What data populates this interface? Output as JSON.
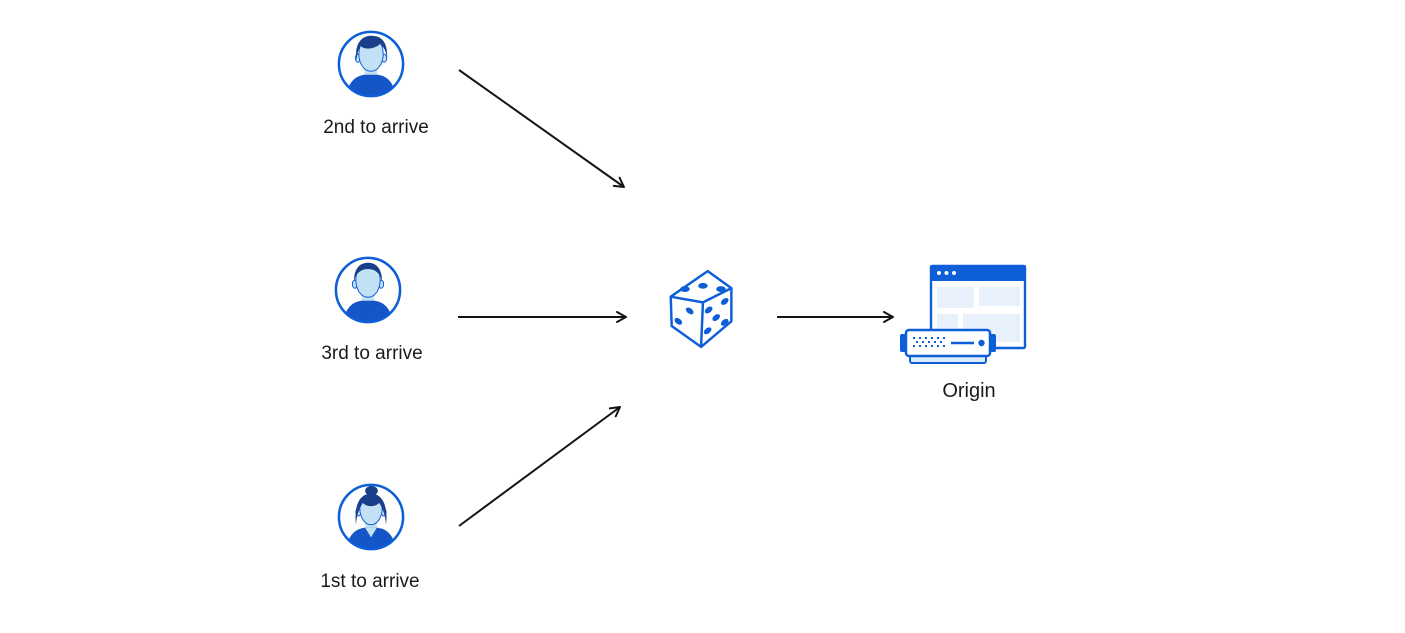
{
  "title": "Random steering diagram: three clients, dice randomizer, origin server",
  "colors": {
    "background": "#ffffff",
    "primary": "#0e5ed8",
    "hair": "#1a3f8a",
    "shirt": "#1456c8",
    "face": "#c3e1f4",
    "panel": "#e8f1fb",
    "base": "#dcebf9",
    "arrow": "#141414",
    "text": "#1a1a1a"
  },
  "nodes": {
    "client_second": {
      "label": "2nd to arrive",
      "icon": "male-avatar-swoop-hair"
    },
    "client_third": {
      "label": "3rd to arrive",
      "icon": "male-avatar-short-hair"
    },
    "client_first": {
      "label": "1st to arrive",
      "icon": "female-avatar-bun"
    },
    "dice": {
      "icon": "dice-randomizer"
    },
    "origin": {
      "label": "Origin",
      "icon": "browser-window-and-server"
    }
  },
  "edges": [
    {
      "from": "client-2nd-to-arrive",
      "to": "dice"
    },
    {
      "from": "client-3rd-to-arrive",
      "to": "dice"
    },
    {
      "from": "client-1st-to-arrive",
      "to": "dice"
    },
    {
      "from": "dice",
      "to": "origin"
    }
  ]
}
